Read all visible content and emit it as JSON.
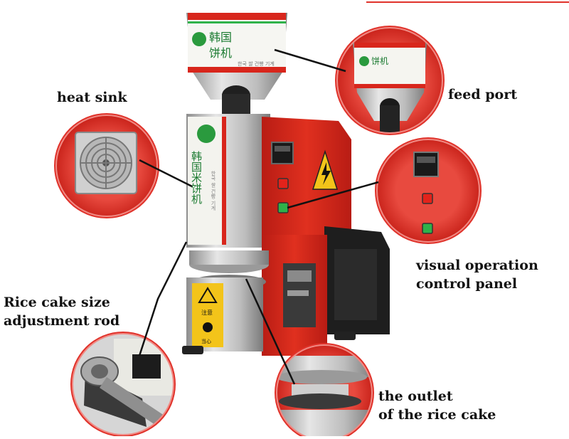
{
  "labels": {
    "heat_sink": "heat sink",
    "feed_port": "feed port",
    "control_panel_line1": "visual operation",
    "control_panel_line2": "control panel",
    "adjustment_rod_line1": "Rice cake size",
    "adjustment_rod_line2": "adjustment rod",
    "outlet_line1": "the outlet",
    "outlet_line2": "of the rice cake"
  },
  "machine_text": {
    "hopper_korean_title": "韩国",
    "hopper_sub_title": "饼机",
    "hopper_small": "한국 쌀 건빵 기계",
    "body_vertical": "韩国米饼机",
    "body_small": "한국 쌀 건빵 기계",
    "warning_text": "注意",
    "warning_small": "当心"
  },
  "colors": {
    "machine_red": "#d8261c",
    "callout_red": "#e0322a",
    "steel": "#b9b9b9",
    "dark": "#1b1b1b",
    "warning_yellow": "#f3c41a",
    "indicator_red": "#e3231b",
    "indicator_green": "#2fb24a"
  }
}
